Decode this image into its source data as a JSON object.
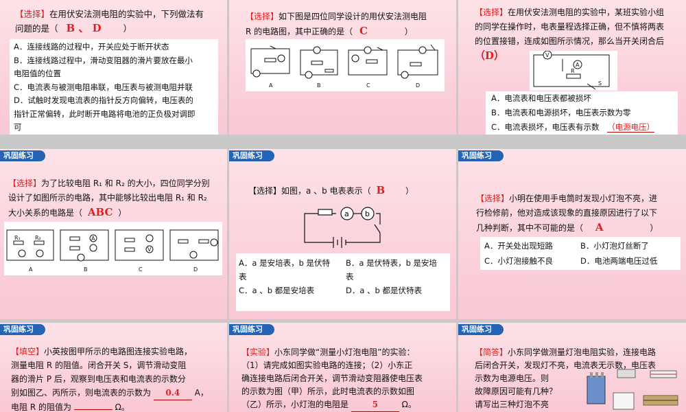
{
  "slides": {
    "s1": {
      "tag": "【选择】",
      "q1": "在用伏安法测电阻的实验中，下列做法有",
      "q2a": "问题的是（",
      "answer": "B 、 D",
      "q2b": "）",
      "opts": [
        "A．连接线路的过程中，开关应处于断开状态",
        "B．连接线路过程中，滑动变阻器的滑片要放在最小",
        "电阻值的位置",
        "C．电流表与被测电阻串联，电压表与被测电阻并联",
        "D．试触时发现电流表的指针反方向偏转，电压表的",
        "指针正常偏转，此时断开电路将电池的正负极对调即",
        "可"
      ]
    },
    "s2": {
      "tag": "【选择】",
      "q1": "如下图是四位同学设计的用伏安法测电阻",
      "q2a": "R 的电路图，其中正确的是（",
      "answer": "C",
      "q2b": "）",
      "fig": [
        "A",
        "B",
        "C",
        "D"
      ]
    },
    "s3": {
      "tag": "【选择】",
      "q1": "在用伏安法测电阻的实验中，某班实验小组",
      "q2": "的同学在操作时，电表量程选择正确，但不慎将两表",
      "q3": "的位置接错，连成如图所示情况，那么当开关闭合后",
      "answer": "（D）",
      "opts": [
        "A．电流表和电压表都被损坏",
        "B．电流表和电源损坏，电压表示数为零",
        "C．电流表损坏，电压表有示数"
      ],
      "fill": "（电源电压）",
      "fig": [
        "V",
        "A",
        "R",
        "S"
      ]
    },
    "s4": {
      "header": "巩固练习",
      "tag": "【选择】",
      "q1": "为了比较电阻 R₁ 和 R₂ 的大小，四位同学分别",
      "q2": "设计了如图所示的电路，其中能够比较出电阻 R₁ 和 R₂",
      "q3a": "大小关系的电路是（",
      "answer": "ABC",
      "q3b": "）",
      "fig": [
        "A",
        "B",
        "C",
        "D",
        "R₁",
        "R₂",
        "A",
        "V"
      ]
    },
    "s5": {
      "header": "巩固练习",
      "q1a": "【选择】如图，a 、b 电表表示（",
      "answer": "B",
      "q1b": "）",
      "opts": [
        "A．a 是安培表，b 是伏特",
        "B．a 是伏特表，b 是安培",
        "表",
        "表",
        "C．a 、b 都是安培表",
        "D．a 、b 都是伏特表"
      ],
      "fig": [
        "a",
        "b"
      ]
    },
    "s6": {
      "header": "巩固练习",
      "tag": "【选择】",
      "q1": "小明在使用手电筒时发现小灯泡不亮，进",
      "q2": "行检修前，他对造成该现象的直接原因进行了以下",
      "q3a": "几种判断，其中不可能的是（",
      "answer": "A",
      "q3b": "）",
      "opts": [
        "A．开关处出现短路",
        "B．小灯泡灯丝断了",
        "C．小灯泡接触不良",
        "D．电池两端电压过低"
      ]
    },
    "s7": {
      "header": "巩固练习",
      "tag": "【填空】",
      "q1": "小英按图甲所示的电路图连接实验电路，",
      "q2": "测量电阻 R 的阻值。闭合开关  S，调节滑动变阻",
      "q3": "器的滑片 P 后，观察到电压表和电流表的示数分",
      "q4a": "别如图乙、丙所示，则电流表的示数为",
      "answer1": "0.4",
      "q4b": " A，",
      "q5a": "电阻 R 的阻值为",
      "answer2": "",
      "q5b": " Ω。"
    },
    "s8": {
      "header": "巩固练习",
      "tag": "【实验】",
      "q1": "小东同学做“测量小灯泡电阻”的实验：",
      "q2": "（1）请完成如图实验电路的连接；（2）小东正",
      "q3": "确连接电路后闭合开关，调节滑动变阻器使电压表",
      "q4": "的示数为图（甲）所示，此时电流表的示数如图",
      "q5a": "（乙）所示，小灯泡的电阻是",
      "answer": "5",
      "q5b": " Ω。"
    },
    "s9": {
      "header": "巩固练习",
      "tag": "【简答】",
      "q1": "小东同学做测量灯泡电阻实验，连接电路",
      "q2": "后闭合开关，发现灯不亮，电流表无示数，电压表",
      "q3": "示数为电源电压。则",
      "q4": "故障原因可能有几种？",
      "q5": "请写出三种灯泡不亮"
    }
  },
  "colors": {
    "answer": "#e02020",
    "header": "#2563b4",
    "slide_bg": "#fbd3dc"
  }
}
